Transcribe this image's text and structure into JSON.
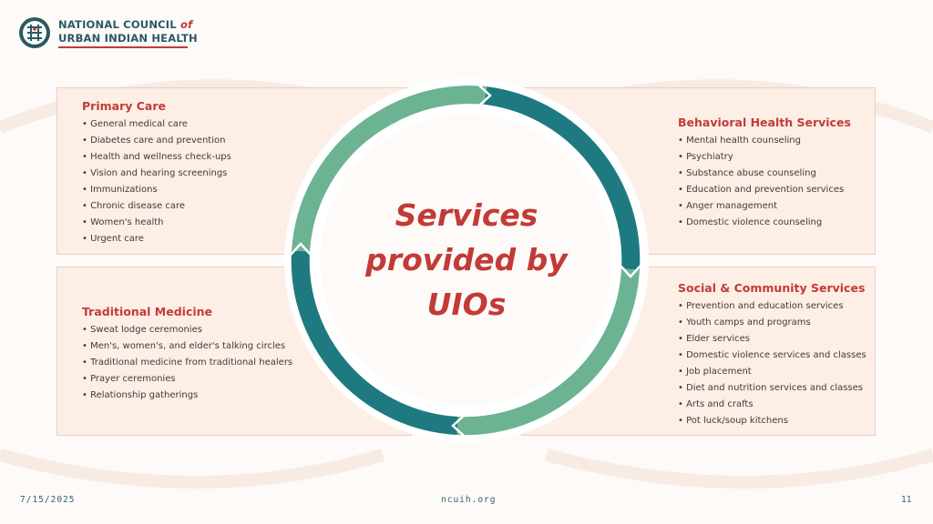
{
  "header": {
    "org_line1": "NATIONAL COUNCIL",
    "org_line1_of": "of",
    "org_line2": "URBAN INDIAN HEALTH"
  },
  "center": {
    "title_lines": [
      "Services",
      "provided by",
      "UIOs"
    ]
  },
  "sections": {
    "primary_care": {
      "title": "Primary Care",
      "items": [
        "General medical care",
        "Diabetes care and prevention",
        "Health and wellness check-ups",
        "Vision and hearing screenings",
        "Immunizations",
        "Chronic disease care",
        "Women's health",
        "Urgent care"
      ]
    },
    "traditional_medicine": {
      "title": "Traditional Medicine",
      "items": [
        "Sweat lodge ceremonies",
        "Men's, women's, and elder's talking circles",
        "Traditional medicine from traditional healers",
        "Prayer ceremonies",
        "Relationship gatherings"
      ]
    },
    "behavioral_health": {
      "title": "Behavioral Health Services",
      "items": [
        "Mental health counseling",
        "Psychiatry",
        "Substance abuse counseling",
        "Education and prevention services",
        "Anger management",
        "Domestic violence counseling"
      ]
    },
    "social_community": {
      "title": "Social & Community Services",
      "items": [
        "Prevention and education services",
        "Youth camps and programs",
        "Elder services",
        "Domestic violence services and classes",
        "Job placement",
        "Diet and nutrition services and classes",
        "Arts and crafts",
        "Pot luck/soup kitchens"
      ]
    }
  },
  "footer": {
    "date": "7/15/2025",
    "site": "ncuih.org",
    "page": "11"
  },
  "colors": {
    "accent_red": "#c23b36",
    "teal_dark": "#1e7a80",
    "green_light": "#6cb393",
    "panel_bg": "#fdeee6"
  },
  "icons": [
    "ncuih-logo-icon"
  ]
}
